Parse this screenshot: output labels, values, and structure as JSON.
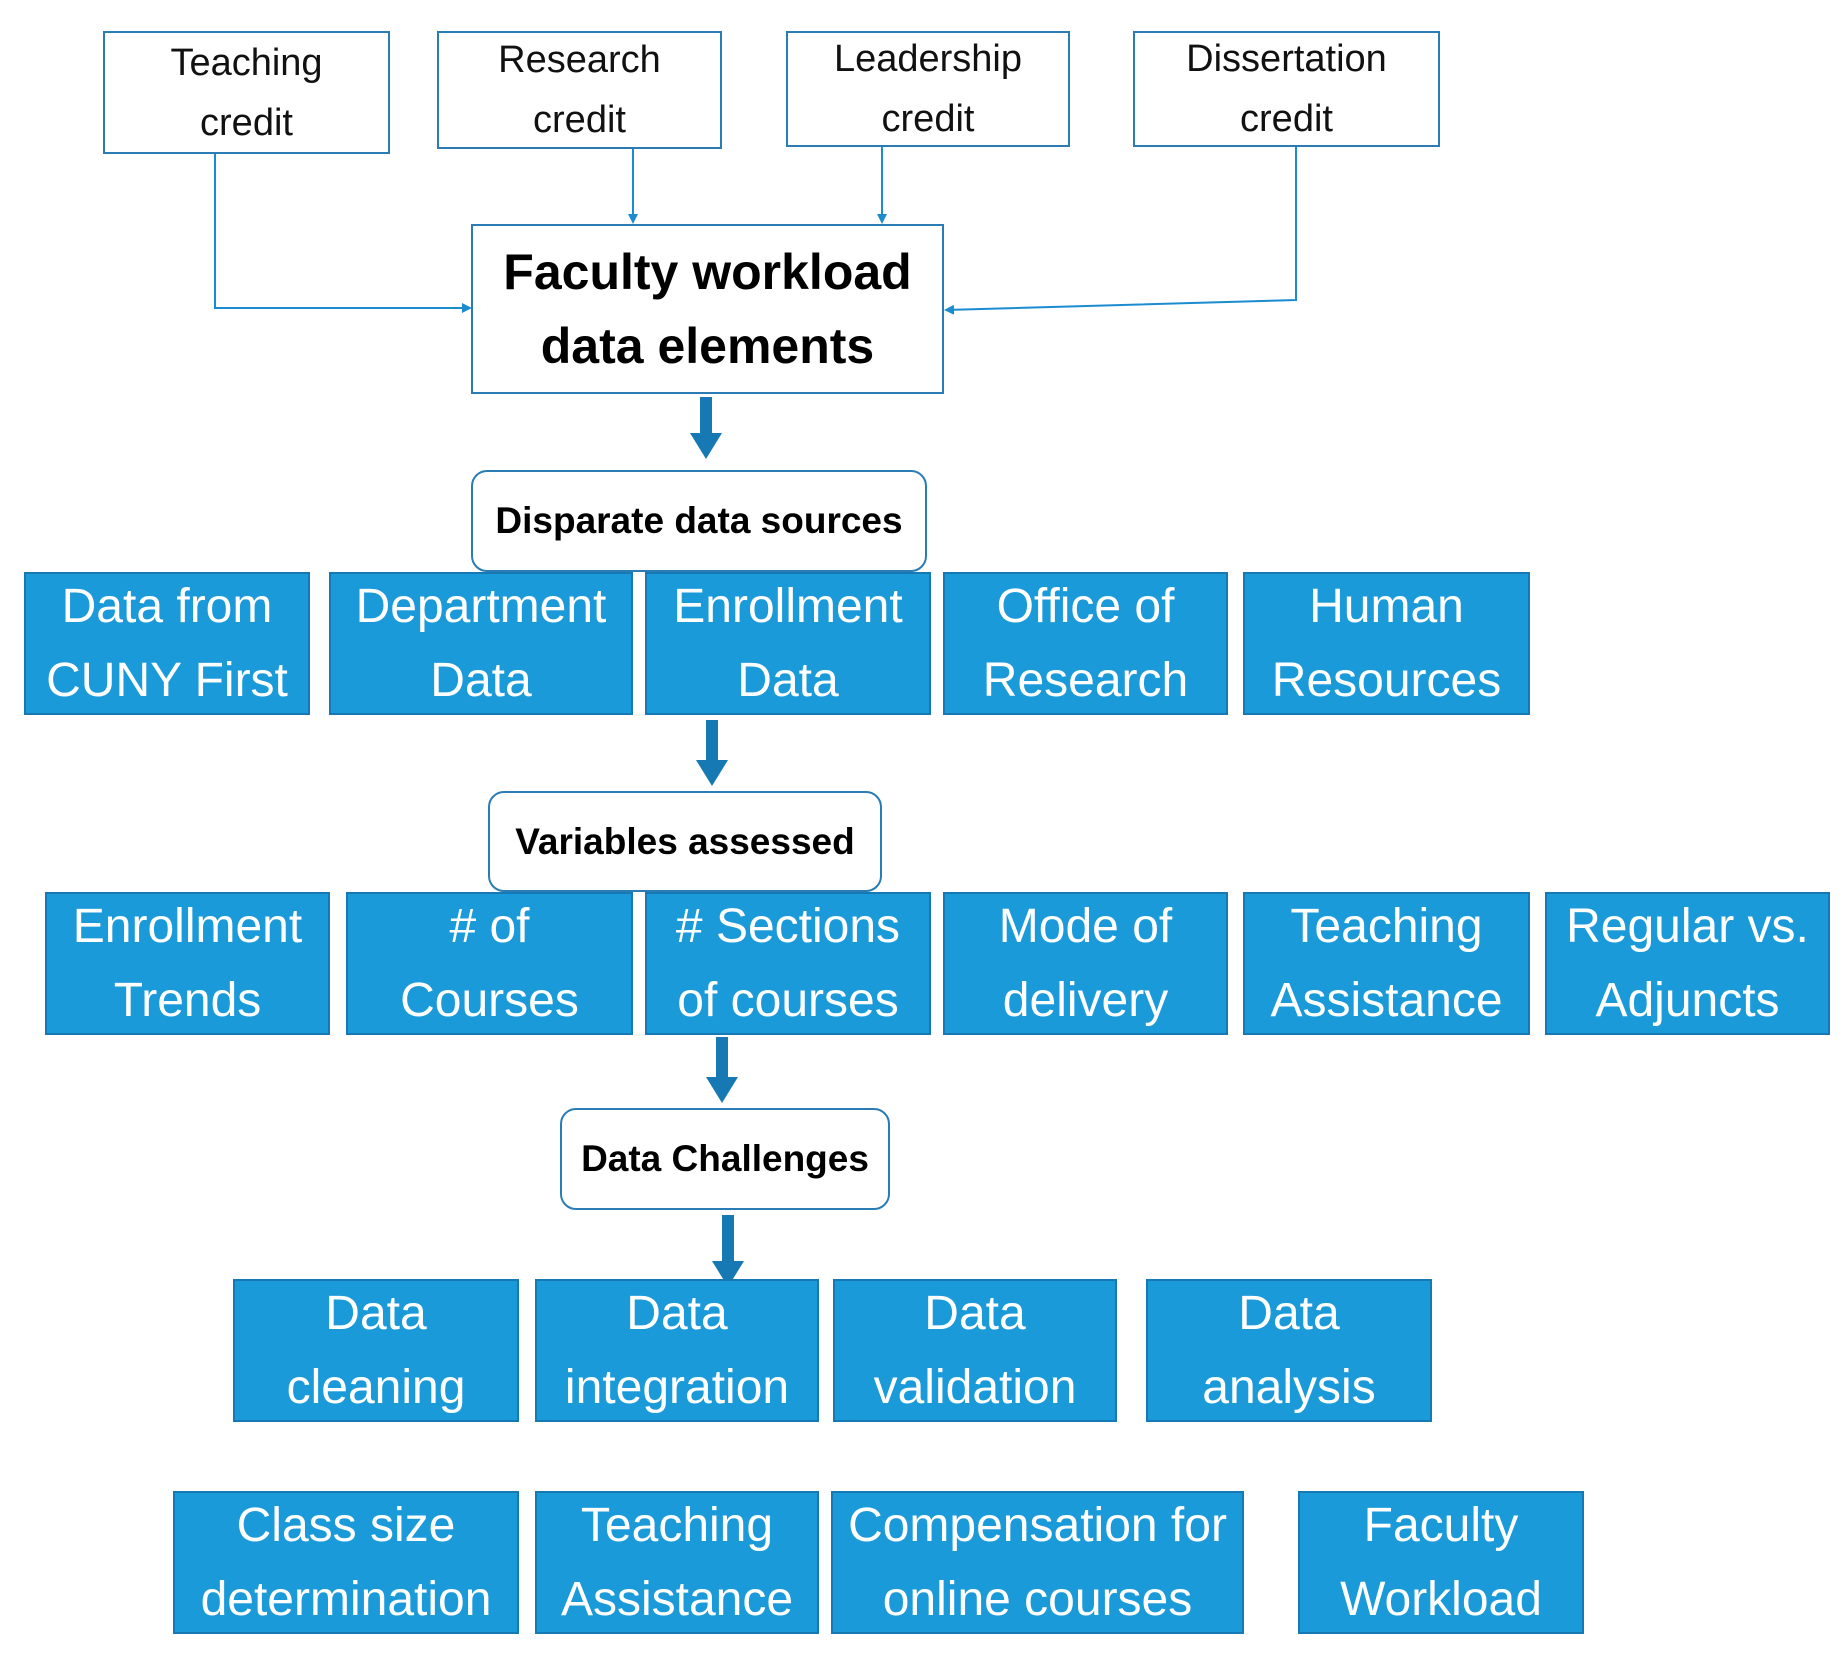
{
  "credits": [
    {
      "text": "Teaching\ncredit"
    },
    {
      "text": "Research\ncredit"
    },
    {
      "text": "Leadership\ncredit"
    },
    {
      "text": "Dissertation\ncredit"
    }
  ],
  "main": {
    "text": "Faculty workload\ndata elements"
  },
  "labels": {
    "sources": "Disparate data sources",
    "variables": "Variables assessed",
    "challenges": "Data Challenges"
  },
  "sources": [
    {
      "text": "Data from\nCUNY First"
    },
    {
      "text": "Department\nData"
    },
    {
      "text": "Enrollment\nData"
    },
    {
      "text": "Office of\nResearch"
    },
    {
      "text": "Human\nResources"
    }
  ],
  "variables": [
    {
      "text": "Enrollment\nTrends"
    },
    {
      "text": "# of\nCourses"
    },
    {
      "text": "# Sections\nof courses"
    },
    {
      "text": "Mode of\ndelivery"
    },
    {
      "text": "Teaching\nAssistance"
    },
    {
      "text": "Regular vs.\nAdjuncts"
    }
  ],
  "challenges": [
    {
      "text": "Data\ncleaning"
    },
    {
      "text": "Data\nintegration"
    },
    {
      "text": "Data\nvalidation"
    },
    {
      "text": "Data\nanalysis"
    }
  ],
  "outcomes": [
    {
      "text": "Class size\ndetermination"
    },
    {
      "text": "Teaching\nAssistance"
    },
    {
      "text": "Compensation for\nonline courses"
    },
    {
      "text": "Faculty\nWorkload"
    }
  ],
  "colors": {
    "box_fill": "#1b9ad9",
    "box_border": "#1679b3",
    "outline": "#2a7cb5",
    "arrow": "#1b8cd0"
  }
}
